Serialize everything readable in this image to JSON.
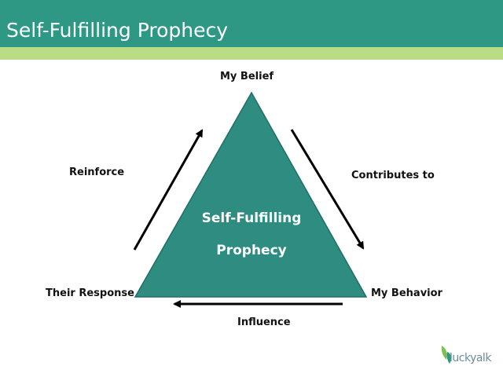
{
  "slide": {
    "title": "Self-Fulfilling Prophecy"
  },
  "diagram": {
    "center_line1": "Self-Fulfilling",
    "center_line2": "Prophecy",
    "nodes": {
      "top": "My Belief",
      "bottom_right": "My Behavior",
      "bottom_left": "Their Response"
    },
    "edges": {
      "right": "Contributes to",
      "bottom": "Influence",
      "left": "Reinforce"
    }
  },
  "logo": {
    "text": "luckyalk"
  },
  "colors": {
    "header": "#2e9884",
    "stripe": "#b9dc85",
    "triangle": "#2e8d80",
    "triangle_stroke": "#1f6f64"
  }
}
